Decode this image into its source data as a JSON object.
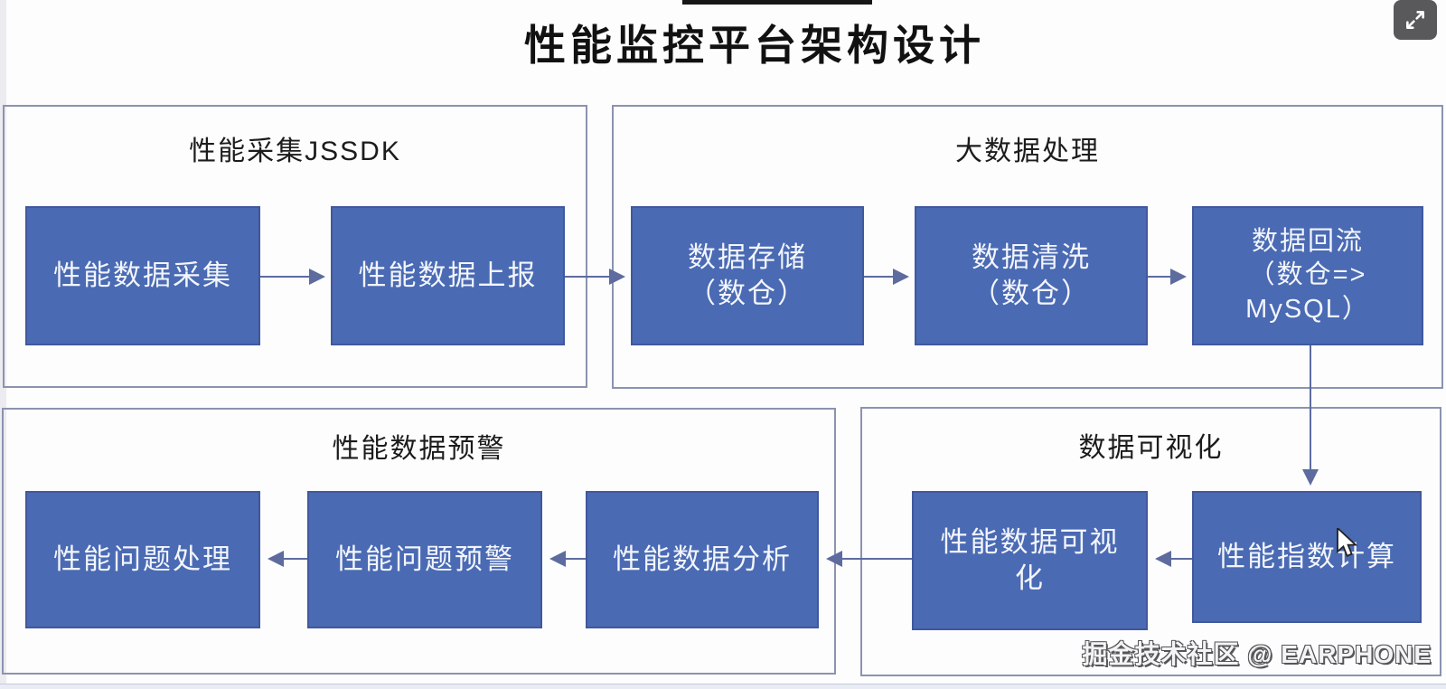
{
  "page": {
    "title": "性能监控平台架构设计",
    "watermark": "掘金技术社区 @ EARPHONE"
  },
  "controls": {
    "fullscreen_button": "fullscreen-expand"
  },
  "colors": {
    "node_fill": "#4a6ab3",
    "node_border": "#41589d",
    "node_text": "#f2f5fb",
    "group_border": "#8b93af",
    "connector": "#5d6b9e",
    "title_text": "#111111",
    "fullscreen_button_bg": "#59595c"
  },
  "groups": [
    {
      "label": "性能采集JSSDK",
      "boxes": [
        {
          "label": "性能数据采集"
        },
        {
          "label": "性能数据上报"
        }
      ]
    },
    {
      "label": "大数据处理",
      "boxes": [
        {
          "label": "数据存储\n（数仓）"
        },
        {
          "label": "数据清洗\n（数仓）"
        },
        {
          "label": "数据回流\n（数仓=>\nMySQL）"
        }
      ]
    },
    {
      "label": "性能数据预警",
      "boxes": [
        {
          "label": "性能问题处理"
        },
        {
          "label": "性能问题预警"
        },
        {
          "label": "性能数据分析"
        }
      ]
    },
    {
      "label": "数据可视化",
      "boxes": [
        {
          "label": "性能数据可视\n化"
        },
        {
          "label": "性能指数计算"
        }
      ]
    }
  ],
  "connections": [
    {
      "from": "性能数据采集",
      "to": "性能数据上报"
    },
    {
      "from": "性能数据上报",
      "to": "数据存储（数仓）"
    },
    {
      "from": "数据存储（数仓）",
      "to": "数据清洗（数仓）"
    },
    {
      "from": "数据清洗（数仓）",
      "to": "数据回流（数仓=>MySQL）"
    },
    {
      "from": "数据回流（数仓=>MySQL）",
      "to": "性能指数计算"
    },
    {
      "from": "性能指数计算",
      "to": "性能数据可视化"
    },
    {
      "from": "性能数据可视化",
      "to": "性能数据分析"
    },
    {
      "from": "性能数据分析",
      "to": "性能问题预警"
    },
    {
      "from": "性能问题预警",
      "to": "性能问题处理"
    }
  ]
}
